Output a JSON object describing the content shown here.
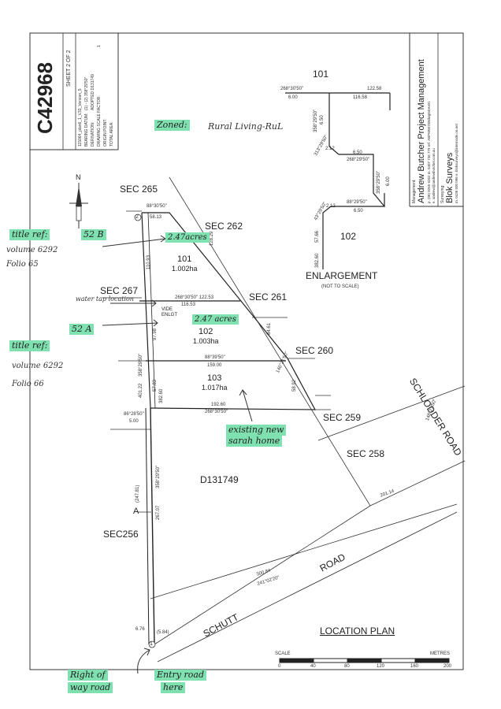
{
  "title_block": {
    "plan_number": "C42968",
    "sheet": "SHEET 2 OF 2",
    "file_ref": "115064_plan6_1_V33_Version_5",
    "rows": [
      {
        "label": "BEARING DATUM:",
        "value": "(1) - (2) 358°29'50\""
      },
      {
        "label": "DERIVATION:",
        "value": "ADOPTED D131749"
      },
      {
        "label": "DRAWING SCALE FACTOR:",
        "value": "1"
      },
      {
        "label": "ORIGIN POINT:",
        "value": ""
      },
      {
        "label": "TOTAL AREA:",
        "value": ""
      }
    ]
  },
  "management": {
    "heading": "Management:",
    "company": "Andrew Butcher Project Management",
    "contact1": "p. (08) 8265 6262 m. 0407 736 779 ref. ABPM0075Bdwg04rev01",
    "contact2": "e. andrew@andrewbutcher.com.au",
    "surveying_heading": "Surveying:",
    "surveyor": "Blok Surveys",
    "surveyor_contact": "m. 0438 500 096 e. bloksurveys@internode.on.net"
  },
  "north_label": "N",
  "plan": {
    "sections": [
      "SEC 265",
      "SEC 262",
      "SEC 267",
      "SEC 261",
      "SEC 260",
      "SEC 259",
      "SEC 258",
      "SEC256"
    ],
    "allotments": [
      {
        "number": "101",
        "area": "1.002ha"
      },
      {
        "number": "102",
        "area": "1.003ha"
      },
      {
        "number": "103",
        "area": "1.017ha"
      }
    ],
    "deposited_plan": "D131749",
    "vide": "VIDE\nENLGT",
    "point_2": "2",
    "point_1": "1",
    "point_a": "A",
    "roads": {
      "schlodder": "SCHLODDER ROAD",
      "road": "ROAD",
      "schutt": "SCHUTT"
    },
    "dims": {
      "top_bearing": "88°30'50\"",
      "top_dist": "58.13",
      "west_101": "110.93",
      "north_east": "128.29",
      "b101_102_bearing": "268°30'50\" 122.53",
      "b101_102_dist": "116.53",
      "east_102": "84.61",
      "east_bearing": "146°21'50\"",
      "b102_103_bearing": "88°39'50\"",
      "b102_103_dist": "159.00",
      "east_103": "58.92",
      "west_102": "97.98",
      "west_103": "57.83",
      "south_bearing": "268°30'50\"",
      "south_dist": "192.60",
      "long_west": "358°29'50\"",
      "long_west_dist": "401.22",
      "inner_west": "382.60",
      "strip_bearing": "86°28'50\"",
      "strip_dist": "5.00",
      "strip_west_bearing": "358°29'50\"",
      "strip_west_dist": "267.07",
      "a_dist": "(247.81)",
      "road_dist": "300.84",
      "road_bearing": "241°02'20\"",
      "schlodder_bearing": "148°21'50\"",
      "schlodder_dist": "201.14",
      "bottom_left": "6.76",
      "bottom_right": "(5.84)"
    }
  },
  "enlargement": {
    "title": "ENLARGEMENT",
    "subtitle": "(NOT TO SCALE)",
    "lot_101": "101",
    "lot_102": "102",
    "dims": {
      "top_bearing": "268°30'50\"",
      "top_dist": "122.58",
      "d600a": "6.00",
      "d11658": "116.58",
      "v1": "358°29'50\"",
      "v1d": "6.50",
      "diag1": "313°29'50\"",
      "diag1d": "2.12",
      "h2": "6.50",
      "h2b": "268°29'50\"",
      "v2": "358°29'50\"",
      "v2d": "6.00",
      "h3b": "88°29'50\"",
      "h3d": "6.50",
      "diag2": "43°29'50\"",
      "diag2d": "2.12",
      "v3": "57.66",
      "v4": "382.60"
    }
  },
  "location_plan": {
    "title": "LOCATION PLAN",
    "scale_label": "SCALE",
    "units": "METRES",
    "ticks": [
      "0",
      "40",
      "80",
      "120",
      "160",
      "200"
    ]
  },
  "annotations": {
    "zoned": "Zoned:",
    "zoned_value": "Rural Living-RuL",
    "title_ref_1": "title ref:",
    "volume_1": "volume 6292",
    "folio_1": "Folio 65",
    "lot_52b": "52 B",
    "acres_1": "2.47acres",
    "water_tap": "water tap location",
    "lot_52a": "52 A",
    "acres_2": "2.47 acres",
    "title_ref_2": "title ref:",
    "volume_2": "volume 6292",
    "folio_2": "Folio 66",
    "existing_1": "existing new",
    "existing_2": "sarah home",
    "right_of_1": "Right of",
    "right_of_2": "way road",
    "entry_1": "Entry road",
    "entry_2": "here"
  },
  "colors": {
    "highlight": "#7fe0b0",
    "ink": "#222222"
  }
}
